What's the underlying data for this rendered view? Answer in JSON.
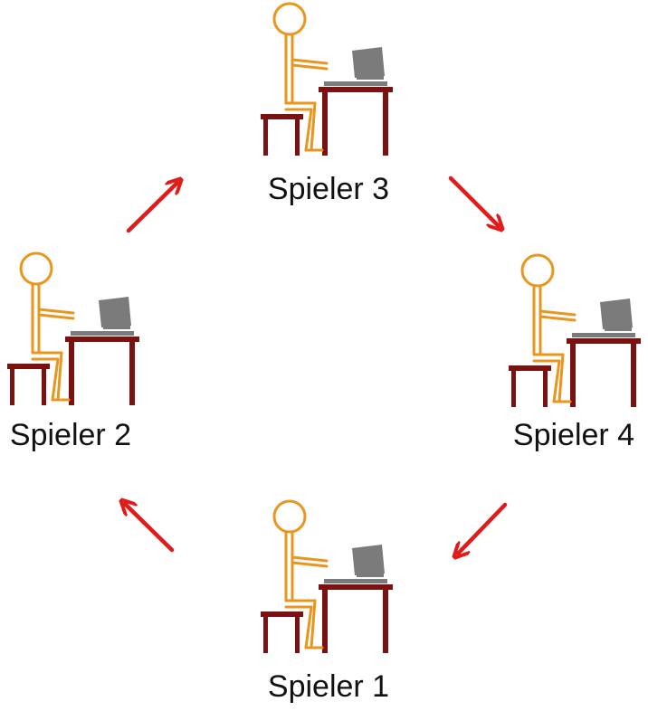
{
  "diagram": {
    "players": [
      {
        "label": "Spieler 1"
      },
      {
        "label": "Spieler 2"
      },
      {
        "label": "Spieler 3"
      },
      {
        "label": "Spieler 4"
      }
    ],
    "colors": {
      "figure": "#e8961e",
      "furniture": "#7a1212",
      "computer": "#7b7b7b",
      "arrow": "#e01b1b",
      "label": "#111111"
    },
    "icons": {
      "figure": "stick-figure-icon",
      "chair": "chair-icon",
      "desk": "desk-icon",
      "computer": "computer-icon",
      "arrow": "arrow-icon"
    }
  }
}
